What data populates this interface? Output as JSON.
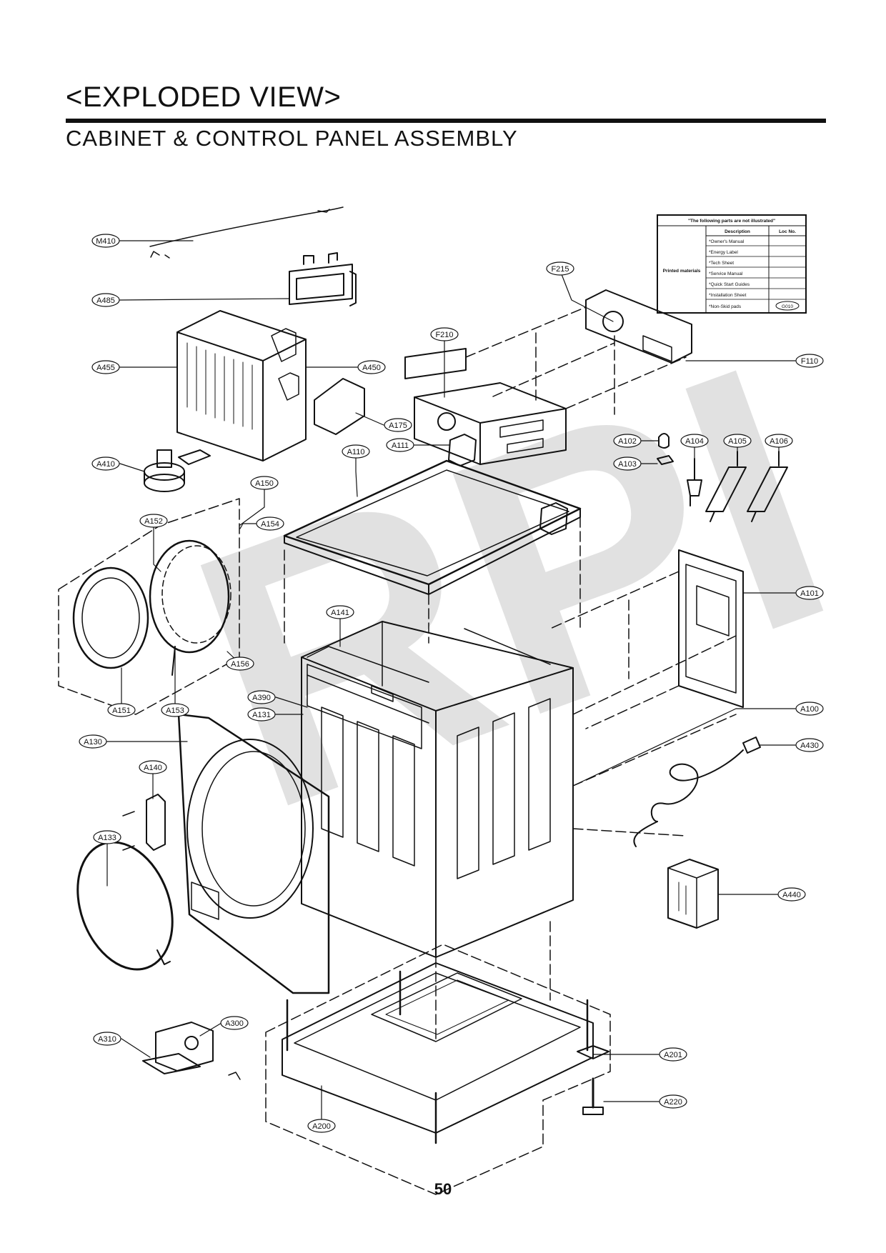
{
  "header": {
    "title": "<EXPLODED VIEW>",
    "subtitle": "CABINET & CONTROL  PANEL ASSEMBLY"
  },
  "watermark": "RPI",
  "page_number": "50",
  "notes_table": {
    "heading": "\"The following parts are not illustrated\"",
    "col_description": "Description",
    "col_loc": "Loc No.",
    "group_label": "Printed materials",
    "rows": [
      {
        "desc": "*Owner's Manual",
        "loc": ""
      },
      {
        "desc": "*Energy Label",
        "loc": ""
      },
      {
        "desc": "*Tech Sheet",
        "loc": ""
      },
      {
        "desc": "*Service Manual",
        "loc": ""
      },
      {
        "desc": "*Quick Start Guides",
        "loc": ""
      },
      {
        "desc": "*Installation Sheet",
        "loc": ""
      },
      {
        "desc": "*Non-Skid pads",
        "loc": "G010"
      }
    ]
  },
  "callouts": [
    "M410",
    "A485",
    "A455",
    "A450",
    "A175",
    "F215",
    "F210",
    "F110",
    "A111",
    "A110",
    "A102",
    "A104",
    "A105",
    "A106",
    "A103",
    "A410",
    "A150",
    "A152",
    "A154",
    "A101",
    "A141",
    "A156",
    "A390",
    "A131",
    "A151",
    "A153",
    "A100",
    "A130",
    "A430",
    "A140",
    "A133",
    "A440",
    "A300",
    "A310",
    "A201",
    "A200",
    "A220"
  ],
  "colors": {
    "ink": "#111111",
    "watermark": "#dcdcdc",
    "paper": "#ffffff"
  }
}
